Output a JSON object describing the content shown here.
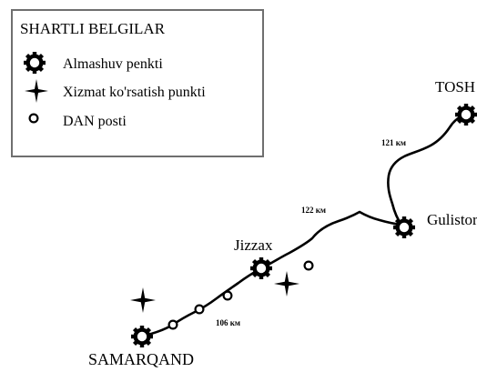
{
  "legend": {
    "title": "SHARTLI BELGILAR",
    "items": [
      {
        "icon": "exchange-point-icon",
        "label": "Almashuv penkti"
      },
      {
        "icon": "service-point-icon",
        "label": "Xizmat ko'rsatish punkti"
      },
      {
        "icon": "dan-post-icon",
        "label": "DAN posti"
      }
    ]
  },
  "cities": {
    "tosh": "TOSH",
    "gulistan": "Gulistor",
    "jizzax": "Jizzax",
    "samarqand": "SAMARQAND"
  },
  "distances": {
    "tosh_gulistan": "121 км",
    "gulistan_jizzax": "122 км",
    "jizzax_samarqand": "106 км"
  },
  "colors": {
    "route": "#000000",
    "legend_border": "#6f6f6f",
    "background": "#ffffff"
  }
}
